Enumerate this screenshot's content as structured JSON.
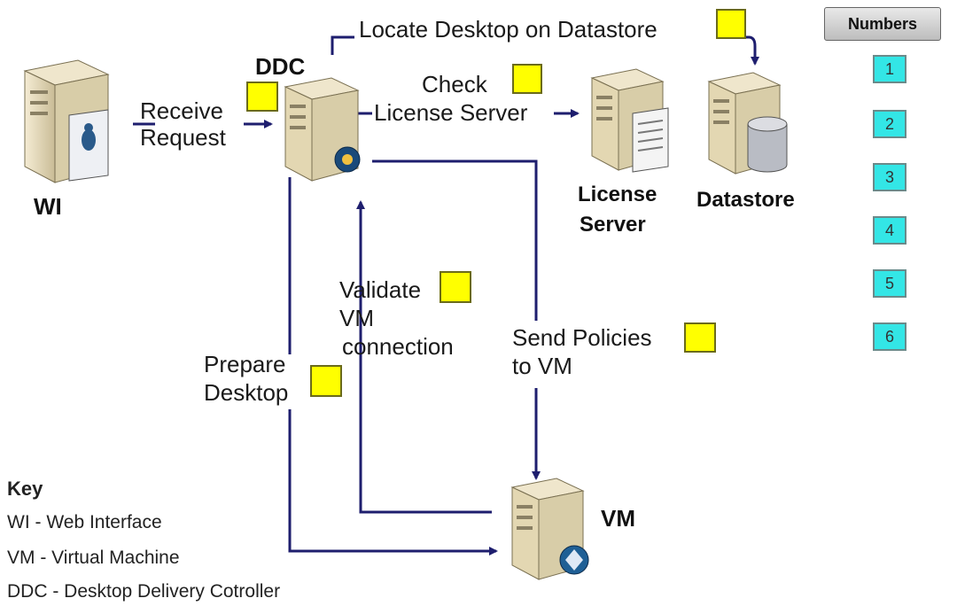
{
  "nodes": {
    "wi": "WI",
    "ddc": "DDC",
    "license_server": [
      "License",
      "Server"
    ],
    "datastore": "Datastore",
    "vm": "VM"
  },
  "steps": {
    "receive_request": [
      "Receive",
      "Request"
    ],
    "locate_desktop": "Locate Desktop on Datastore",
    "check_license": [
      "Check",
      "License Server"
    ],
    "validate_vm": [
      "Validate",
      "VM",
      "connection"
    ],
    "send_policies": [
      "Send Policies",
      "to VM"
    ],
    "prepare_desktop": [
      "Prepare",
      "Desktop"
    ]
  },
  "numbers": {
    "header": "Numbers",
    "tiles": [
      "1",
      "2",
      "3",
      "4",
      "5",
      "6"
    ]
  },
  "key": {
    "title": "Key",
    "items": [
      "WI - Web Interface",
      "VM - Virtual Machine",
      "DDC - Desktop Delivery Cotroller"
    ]
  },
  "colors": {
    "arrow": "#1e1e6e",
    "slot": "#ffff00",
    "number_tile": "#33e6e6"
  }
}
